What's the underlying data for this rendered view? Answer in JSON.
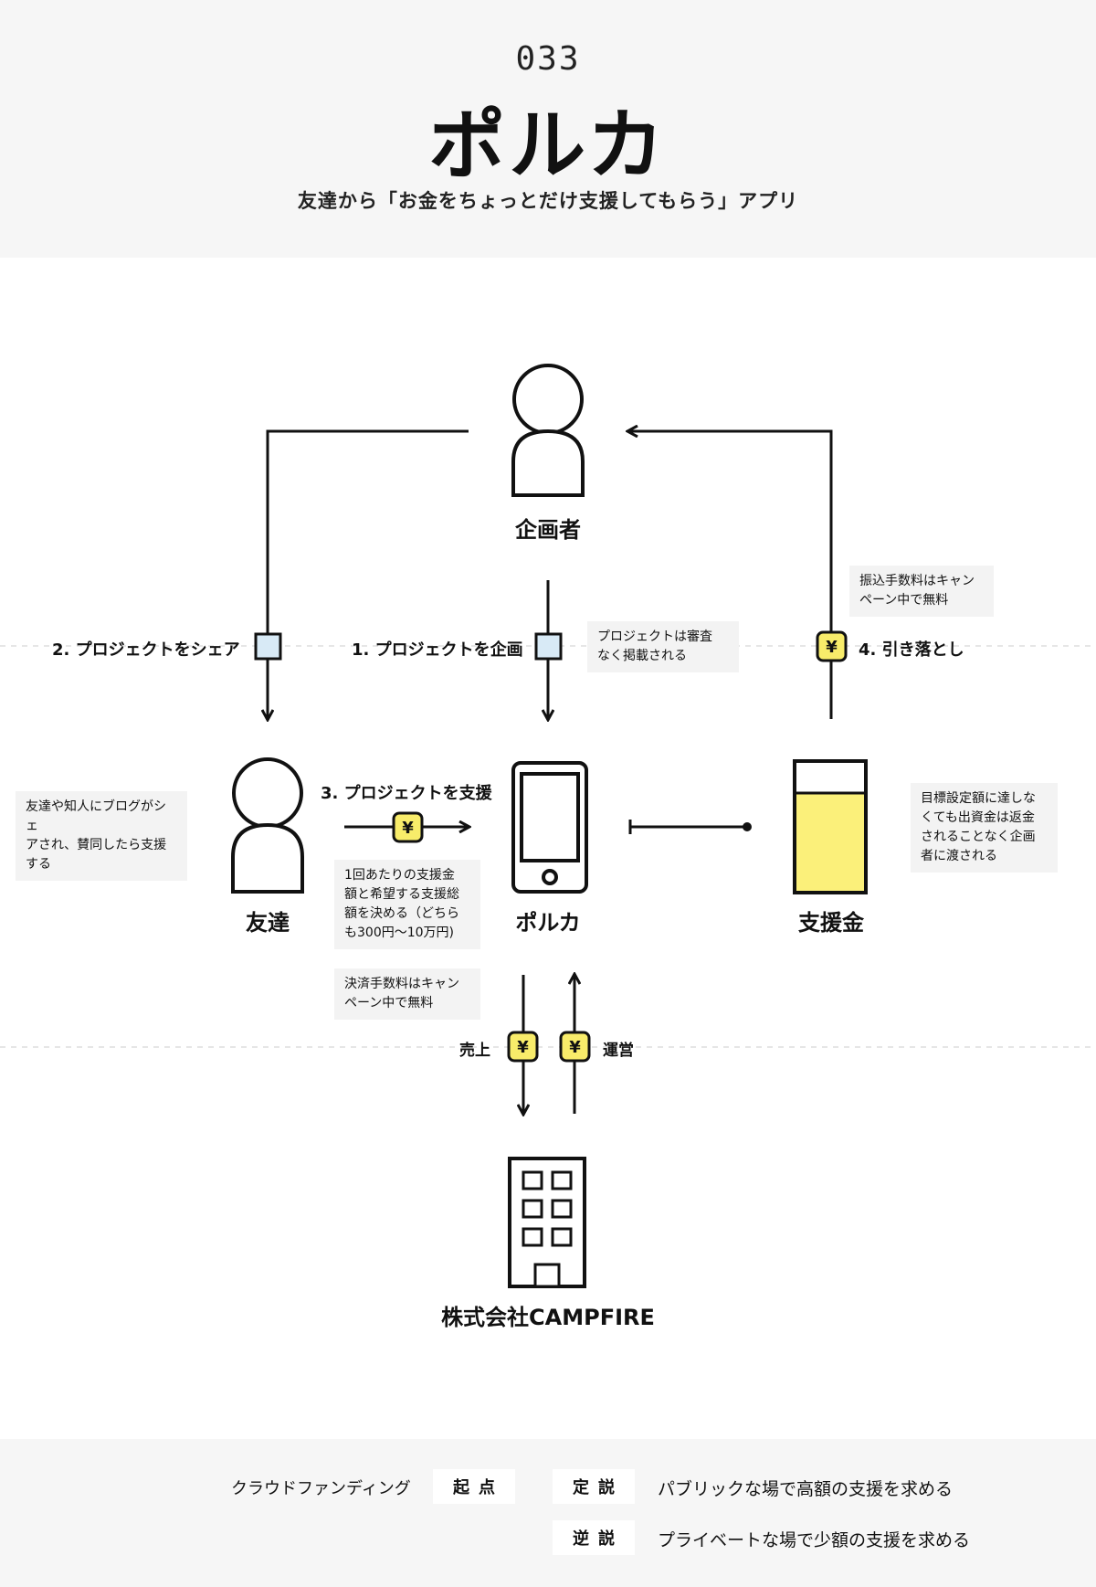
{
  "header": {
    "number": "033",
    "title": "ポルカ",
    "subtitle": "友達から「お金をちょっとだけ支援してもらう」アプリ"
  },
  "nodes": {
    "planner": "企画者",
    "friend": "友達",
    "polca": "ポルカ",
    "funds": "支援金",
    "company": "株式会社CAMPFIRE"
  },
  "flows": {
    "share": "2. プロジェクトをシェア",
    "plan": "1. プロジェクトを企画",
    "withdraw": "4. 引き落とし",
    "support": "3. プロジェクトを支援",
    "sales": "売上",
    "operation": "運営"
  },
  "notes": {
    "plan": "プロジェクトは審査\nなく掲載される",
    "withdraw": "振込手数料はキャン\nペーン中で無料",
    "friend": "友達や知人にブログがシェ\nアされ、賛同したら支援\nする",
    "amount": "1回あたりの支援金\n額と希望する支援総\n額を決める（どちら\nも300円〜10万円)",
    "fee": "決済手数料はキャン\nペーン中で無料",
    "funds": "目標設定額に達しな\nくても出資金は返金\nされることなく企画\n者に渡される"
  },
  "icons": {
    "yen": "¥",
    "planner_icon": "person-icon",
    "friend_icon": "person-icon",
    "polca_icon": "smartphone-icon",
    "funds_icon": "jar-icon",
    "company_icon": "building-icon"
  },
  "footer": {
    "category": "クラウドファンディング",
    "origin": "起点",
    "conventional": "定説",
    "conventional_text": "パブリックな場で高額の支援を求める",
    "paradox": "逆説",
    "paradox_text": "プライベートな場で少額の支援を求める"
  },
  "colors": {
    "yen_fill": "#f8ec6a",
    "document_fill": "#d8eaf6",
    "funds_fill": "#fbf07a",
    "panel_bg": "#f6f6f6",
    "stroke": "#111111"
  }
}
